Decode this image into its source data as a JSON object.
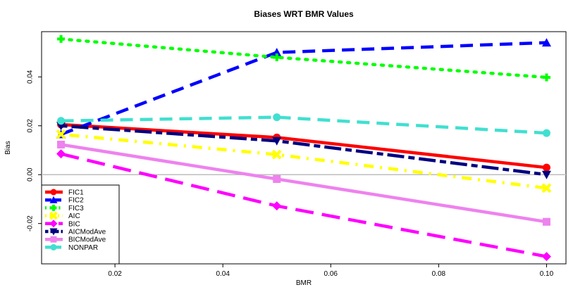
{
  "chart_data": {
    "type": "line",
    "title": "Biases WRT BMR Values",
    "xlabel": "BMR",
    "ylabel": "Bias",
    "x": [
      0.01,
      0.05,
      0.1
    ],
    "xlim": [
      0.0064,
      0.1036
    ],
    "ylim": [
      -0.0365,
      0.0585
    ],
    "xticks": [
      0.02,
      0.04,
      0.06,
      0.08,
      0.1
    ],
    "xtick_labels": [
      "0.02",
      "0.04",
      "0.06",
      "0.08",
      "0.10"
    ],
    "yticks": [
      -0.02,
      0.0,
      0.02,
      0.04
    ],
    "ytick_labels": [
      "-0.02",
      "0.00",
      "0.02",
      "0.04"
    ],
    "reference_line": 0.0,
    "legend_position": "bottom-left",
    "series": [
      {
        "name": "FIC1",
        "values": [
          0.0205,
          0.0152,
          0.0029
        ],
        "color": "#ff0000",
        "dash": "solid",
        "marker": "circle"
      },
      {
        "name": "FIC2",
        "values": [
          0.0165,
          0.05,
          0.054
        ],
        "color": "#0000ff",
        "dash": "dashed",
        "marker": "triangle-up"
      },
      {
        "name": "FIC3",
        "values": [
          0.0555,
          0.048,
          0.0398
        ],
        "color": "#00ff00",
        "dash": "dotted",
        "marker": "plus"
      },
      {
        "name": "AIC",
        "values": [
          0.0165,
          0.0082,
          -0.0055
        ],
        "color": "#ffff00",
        "dash": "dotdash",
        "marker": "x"
      },
      {
        "name": "BIC",
        "values": [
          0.0085,
          -0.0128,
          -0.0335
        ],
        "color": "#ff00ff",
        "dash": "longdash",
        "marker": "diamond"
      },
      {
        "name": "AICModAve",
        "values": [
          0.02,
          0.0138,
          0.0
        ],
        "color": "#000080",
        "dash": "twodash",
        "marker": "triangle-down"
      },
      {
        "name": "BICModAve",
        "values": [
          0.0123,
          -0.0018,
          -0.0193
        ],
        "color": "#ee82ee",
        "dash": "solid",
        "marker": "square"
      },
      {
        "name": "NONPAR",
        "values": [
          0.022,
          0.0235,
          0.017
        ],
        "color": "#40e0d0",
        "dash": "dashed",
        "marker": "circle"
      }
    ]
  }
}
